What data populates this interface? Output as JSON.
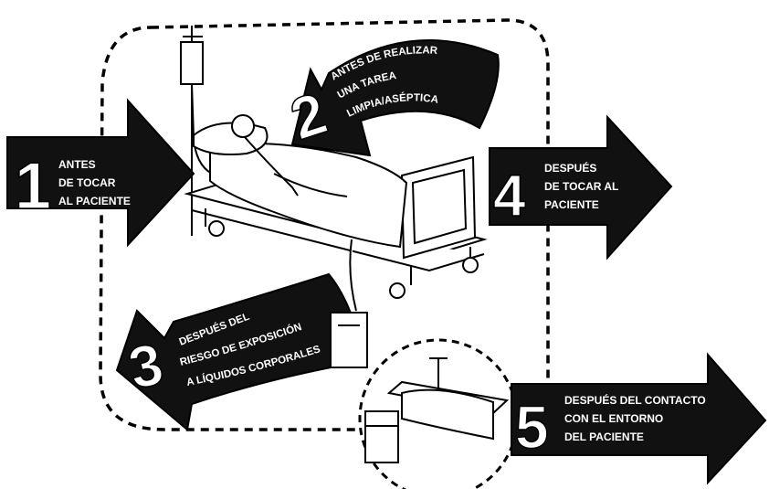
{
  "moments": [
    {
      "number": "1",
      "lines": [
        "ANTES",
        "DE TOCAR",
        "AL PACIENTE"
      ]
    },
    {
      "number": "2",
      "lines": [
        "ANTES DE REALIZAR",
        "UNA TAREA",
        "LIMPIA/ASÉPTICA"
      ]
    },
    {
      "number": "3",
      "lines": [
        "DESPUÉS DEL",
        "RIESGO DE EXPOSICIÓN",
        "A LÍQUIDOS CORPORALES"
      ]
    },
    {
      "number": "4",
      "lines": [
        "DESPUÉS",
        "DE TOCAR AL",
        "PACIENTE"
      ]
    },
    {
      "number": "5",
      "lines": [
        "DESPUÉS DEL CONTACTO",
        "CON EL ENTORNO",
        "DEL PACIENTE"
      ]
    }
  ],
  "colors": {
    "arrow_fill": "#111111",
    "line": "#000000",
    "background": "#ffffff"
  },
  "icons": [
    "iv-drip-icon",
    "hospital-bed-icon",
    "patient-icon",
    "urine-bag-icon",
    "bedside-table-icon"
  ]
}
